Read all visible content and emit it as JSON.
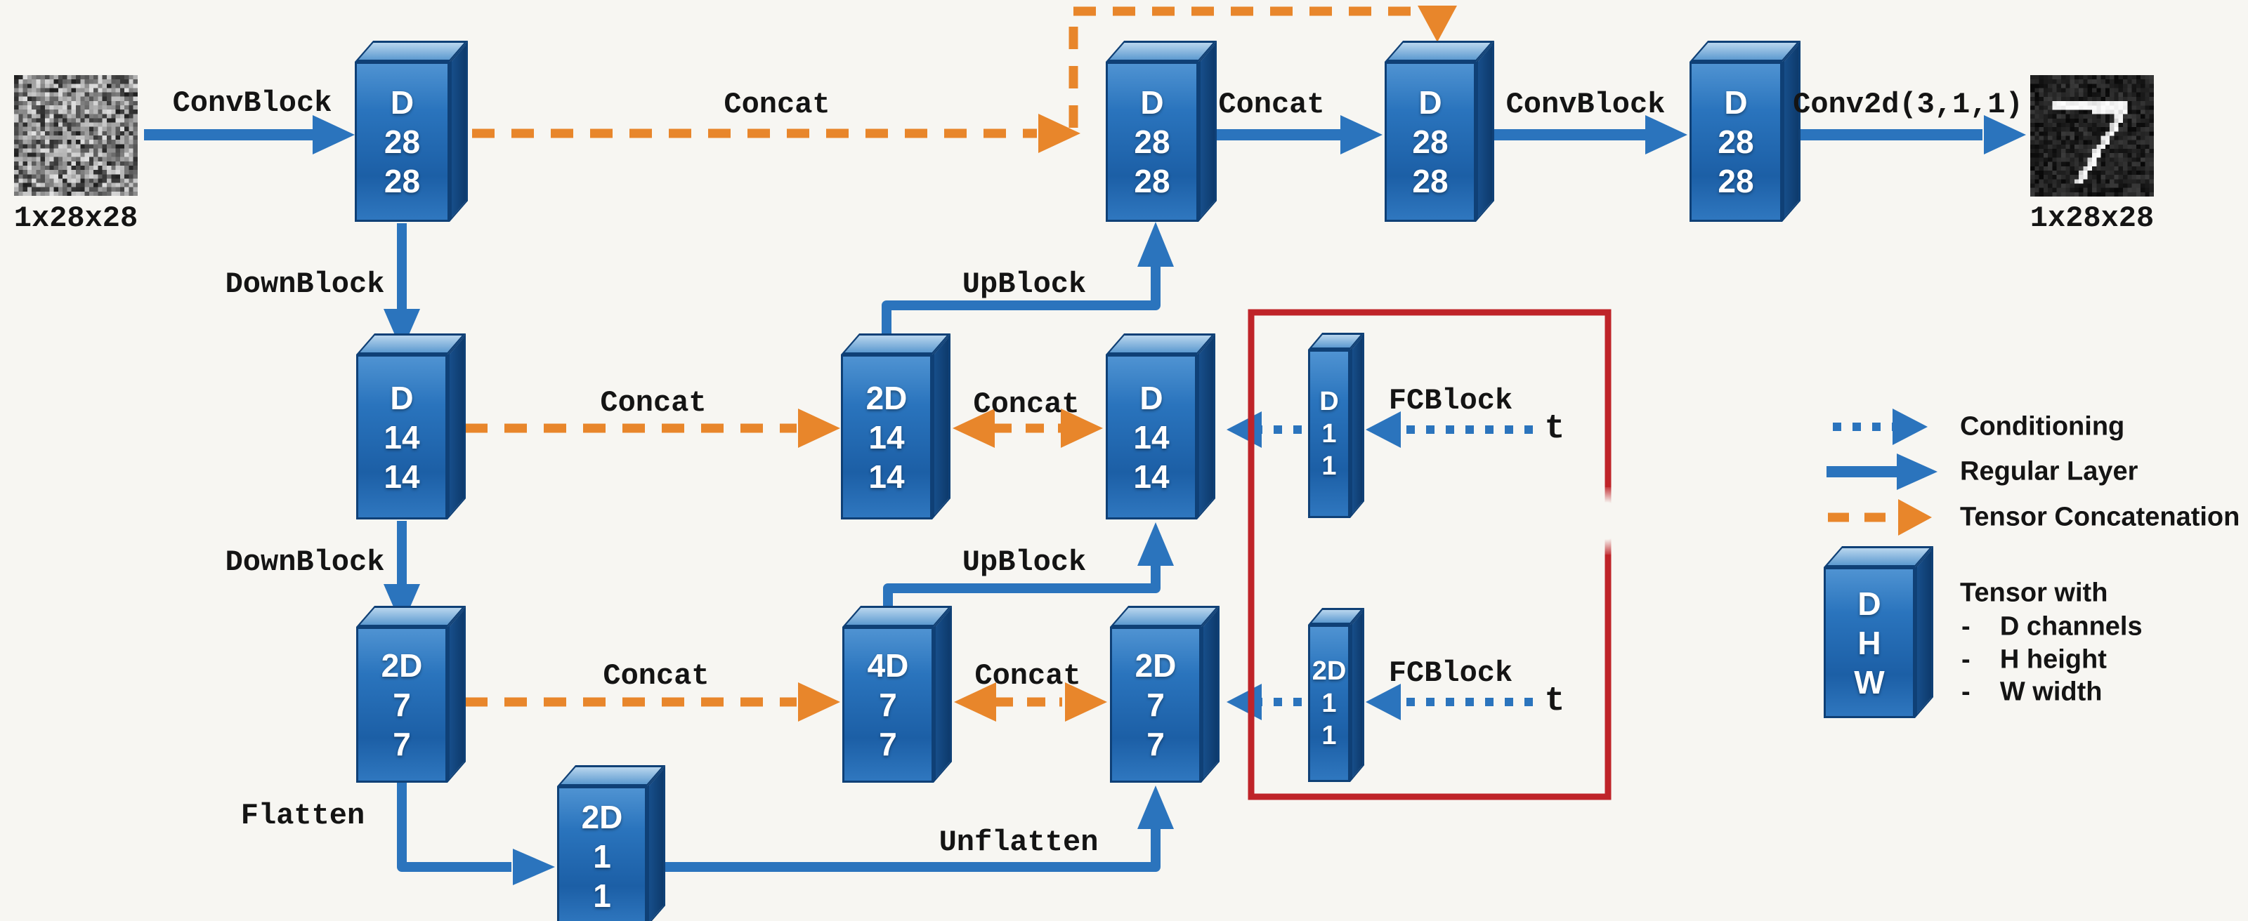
{
  "colors": {
    "arrow_blue": "#2b74bd",
    "concat_orange": "#e8862b",
    "conditioning_box_red": "#bf2429",
    "tensor_block_blue": "#2a74bd"
  },
  "labels": {
    "convblock_in": "ConvBlock",
    "concat_skip_top": "Concat",
    "concat_top": "Concat",
    "convblock_out": "ConvBlock",
    "conv2d_out": "Conv2d(3,1,1)",
    "downblock_1": "DownBlock",
    "downblock_2": "DownBlock",
    "upblock_1": "UpBlock",
    "upblock_2": "UpBlock",
    "concat_skip_mid": "Concat",
    "concat_bidir_mid": "Concat",
    "concat_skip_low": "Concat",
    "concat_bidir_low": "Concat",
    "fcblock_1": "FCBlock",
    "fcblock_2": "FCBlock",
    "t_1": "t",
    "t_2": "t",
    "flatten": "Flatten",
    "unflatten": "Unflatten"
  },
  "images": {
    "input_label": "1x28x28",
    "output_label": "1x28x28"
  },
  "blocks": {
    "enc28": [
      "D",
      "28",
      "28"
    ],
    "dec28": [
      "D",
      "28",
      "28"
    ],
    "cat28": [
      "D",
      "28",
      "28"
    ],
    "out28": [
      "D",
      "28",
      "28"
    ],
    "enc14": [
      "D",
      "14",
      "14"
    ],
    "up14": [
      "2D",
      "14",
      "14"
    ],
    "dec14": [
      "D",
      "14",
      "14"
    ],
    "cond14": [
      "D",
      "1",
      "1"
    ],
    "enc7": [
      "2D",
      "7",
      "7"
    ],
    "up7": [
      "4D",
      "7",
      "7"
    ],
    "dec7": [
      "2D",
      "7",
      "7"
    ],
    "cond7": [
      "2D",
      "1",
      "1"
    ],
    "bottleneck": [
      "2D",
      "1",
      "1"
    ],
    "legend_box": [
      "D",
      "H",
      "W"
    ]
  },
  "legend": {
    "conditioning": "Conditioning",
    "regular_layer": "Regular Layer",
    "tensor_concatenation": "Tensor Concatenation",
    "tensor_with": "Tensor with",
    "d_channels": "-    D channels",
    "h_height": "-    H height",
    "w_width": "-    W width"
  }
}
